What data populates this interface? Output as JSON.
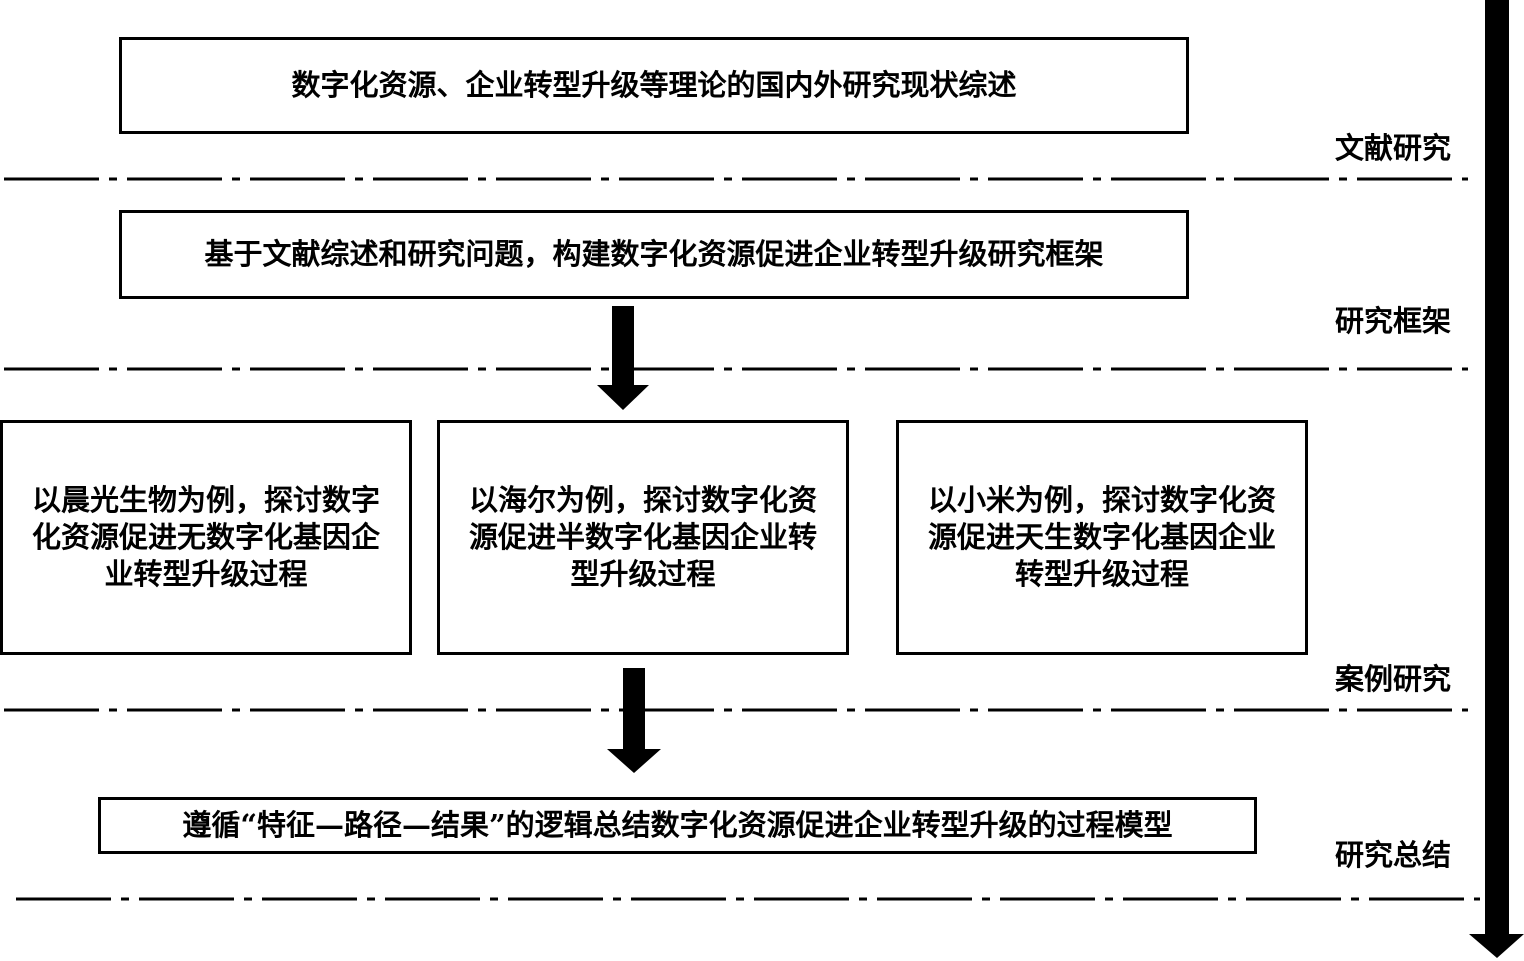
{
  "boxes": {
    "literature_review": "数字化资源、企业转型升级等理论的国内外研究现状综述",
    "framework": "基于文献综述和研究问题，构建数字化资源促进企业转型升级研究框架",
    "case_1": "以晨光生物为例，探讨数字化资源促进无数字化基因企业转型升级过程",
    "case_2": "以海尔为例，探讨数字化资源促进半数字化基因企业转型升级过程",
    "case_3": "以小米为例，探讨数字化资源促进天生数字化基因企业转型升级过程",
    "summary": "遵循“特征—路径—结果”的逻辑总结数字化资源促进企业转型升级的过程模型"
  },
  "stages": {
    "literature": "文献研究",
    "framework": "研究框架",
    "case": "案例研究",
    "summary": "研究总结"
  }
}
